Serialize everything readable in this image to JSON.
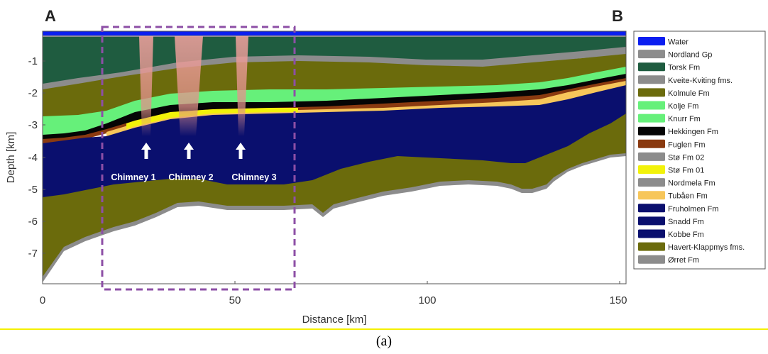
{
  "panel": {
    "endpoint_left": "A",
    "endpoint_right": "B",
    "caption": "(a)"
  },
  "axes": {
    "xlabel": "Distance [km]",
    "ylabel": "Depth [km]",
    "x_ticks": [
      "0",
      "50",
      "100",
      "150"
    ],
    "y_ticks": [
      "-1",
      "-2",
      "-3",
      "-4",
      "-5",
      "-6",
      "-7"
    ]
  },
  "chimneys": [
    {
      "label": "Chimney 1"
    },
    {
      "label": "Chimney 2"
    },
    {
      "label": "Chimney 3"
    }
  ],
  "legend": [
    {
      "label": "Water",
      "color": "#0b1ef0"
    },
    {
      "label": "Nordland Gp",
      "color": "#8c8c8c"
    },
    {
      "label": "Torsk Fm",
      "color": "#1f5c40"
    },
    {
      "label": "Kveite-Kviting fms.",
      "color": "#8c8c8c"
    },
    {
      "label": "Kolmule Fm",
      "color": "#6b6b0c"
    },
    {
      "label": "Kolje Fm",
      "color": "#66f07a"
    },
    {
      "label": "Knurr Fm",
      "color": "#66f07a"
    },
    {
      "label": "Hekkingen Fm",
      "color": "#050505"
    },
    {
      "label": "Fuglen Fm",
      "color": "#8a3a10"
    },
    {
      "label": "Stø Fm 02",
      "color": "#8c8c8c"
    },
    {
      "label": "Stø Fm 01",
      "color": "#f2f20a"
    },
    {
      "label": "Nordmela Fm",
      "color": "#8c8c8c"
    },
    {
      "label": "Tubåen Fm",
      "color": "#f7c65a"
    },
    {
      "label": "Fruholmen Fm",
      "color": "#0a0f6e"
    },
    {
      "label": "Snadd Fm",
      "color": "#0a0f6e"
    },
    {
      "label": "Kobbe Fm",
      "color": "#0a0f6e"
    },
    {
      "label": "Havert-Klappmys fms.",
      "color": "#6b6b0c"
    },
    {
      "label": "Ørret Fm",
      "color": "#8c8c8c"
    }
  ]
}
